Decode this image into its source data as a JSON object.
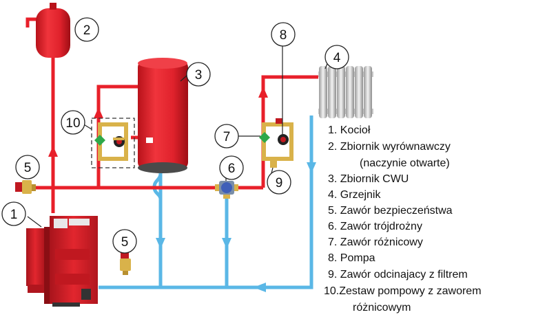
{
  "colors": {
    "supply_pipe": "#e8202a",
    "return_pipe": "#5ab7e6",
    "tank": "#e0222c",
    "radiator": "#d9d9d9",
    "fitting": "#d9b24a"
  },
  "callouts": [
    {
      "id": "1",
      "label": "1"
    },
    {
      "id": "2",
      "label": "2"
    },
    {
      "id": "3",
      "label": "3"
    },
    {
      "id": "4",
      "label": "4"
    },
    {
      "id": "5a",
      "label": "5"
    },
    {
      "id": "5b",
      "label": "5"
    },
    {
      "id": "6",
      "label": "6"
    },
    {
      "id": "7",
      "label": "7"
    },
    {
      "id": "8",
      "label": "8"
    },
    {
      "id": "9",
      "label": "9"
    },
    {
      "id": "10",
      "label": "10"
    }
  ],
  "legend": [
    "1. Kocioł",
    "2. Zbiornik wyrównawczy",
    "(naczynie otwarte)",
    "3. Zbiornik CWU",
    "4. Grzejnik",
    "5. Zawór bezpieczeństwa",
    "6. Zawór trójdrożny",
    "7. Zawór różnicowy",
    "8. Pompa",
    "9. Zawór odcinajacy z filtrem",
    "10.Zestaw pompowy z zaworem",
    "różnicowym"
  ]
}
